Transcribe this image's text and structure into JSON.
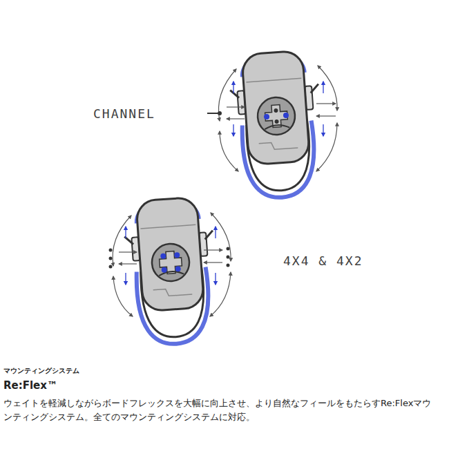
{
  "diagram": {
    "nodes": [
      {
        "text": [
          "CHANNEL"
        ]
      },
      {
        "text": [
          "4X4 & 4X2"
        ]
      }
    ],
    "labels": [
      "マウンティングシステム",
      "Re:Flex™",
      "ウェイトを軽減しながらボードフレックスを大幅に向上させ、より自然なフィールをもたらすRe:Flexマウンティングシステム。全てのマウンティングシステムに対応。"
    ]
  }
}
